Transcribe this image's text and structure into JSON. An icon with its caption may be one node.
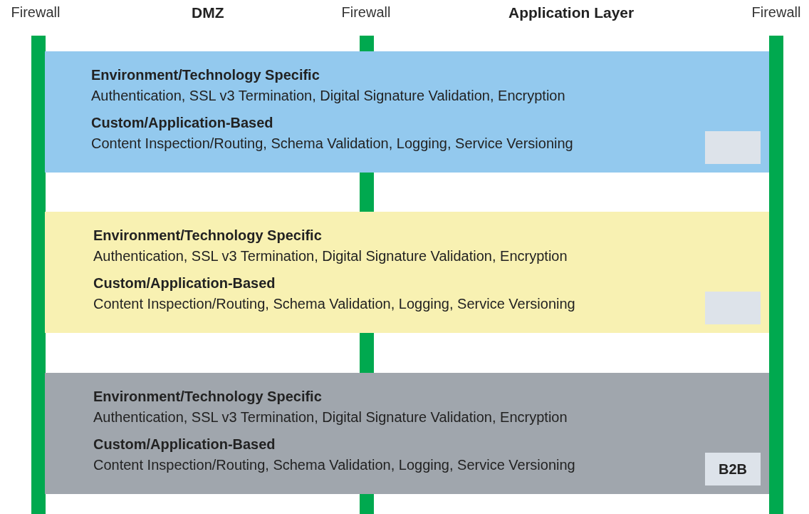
{
  "diagram": {
    "nodes": [
      {
        "text": [
          "Firewall"
        ]
      },
      {
        "text": [
          "Firewall"
        ]
      },
      {
        "text": [
          "Firewall"
        ]
      },
      {
        "text": [
          "Environment/Technology Specific",
          "Authentication, SSL v3 Termination, Digital Signature Validation, Encryption",
          "Custom/Application-Based",
          "Content Inspection/Routing, Schema Validation, Logging, Service Versioning"
        ]
      },
      {
        "text": [],
        "shape": "box",
        "in": 3
      },
      {
        "text": [
          "Environment/Technology Specific",
          "Authentication, SSL v3 Termination, Digital Signature Validation, Encryption",
          "Custom/Application-Based",
          "Content Inspection/Routing, Schema Validation, Logging, Service Versioning"
        ]
      },
      {
        "text": [],
        "shape": "box",
        "in": 5
      },
      {
        "text": [
          "Environment/Technology Specific",
          "Authentication, SSL v3 Termination, Digital Signature Validation, Encryption",
          "Custom/Application-Based",
          "Content Inspection/Routing, Schema Validation, Logging, Service Versioning"
        ]
      },
      {
        "text": [
          "B2B"
        ],
        "in": 7
      }
    ],
    "edges": [],
    "labels": [
      "DMZ",
      "Application Layer"
    ]
  }
}
